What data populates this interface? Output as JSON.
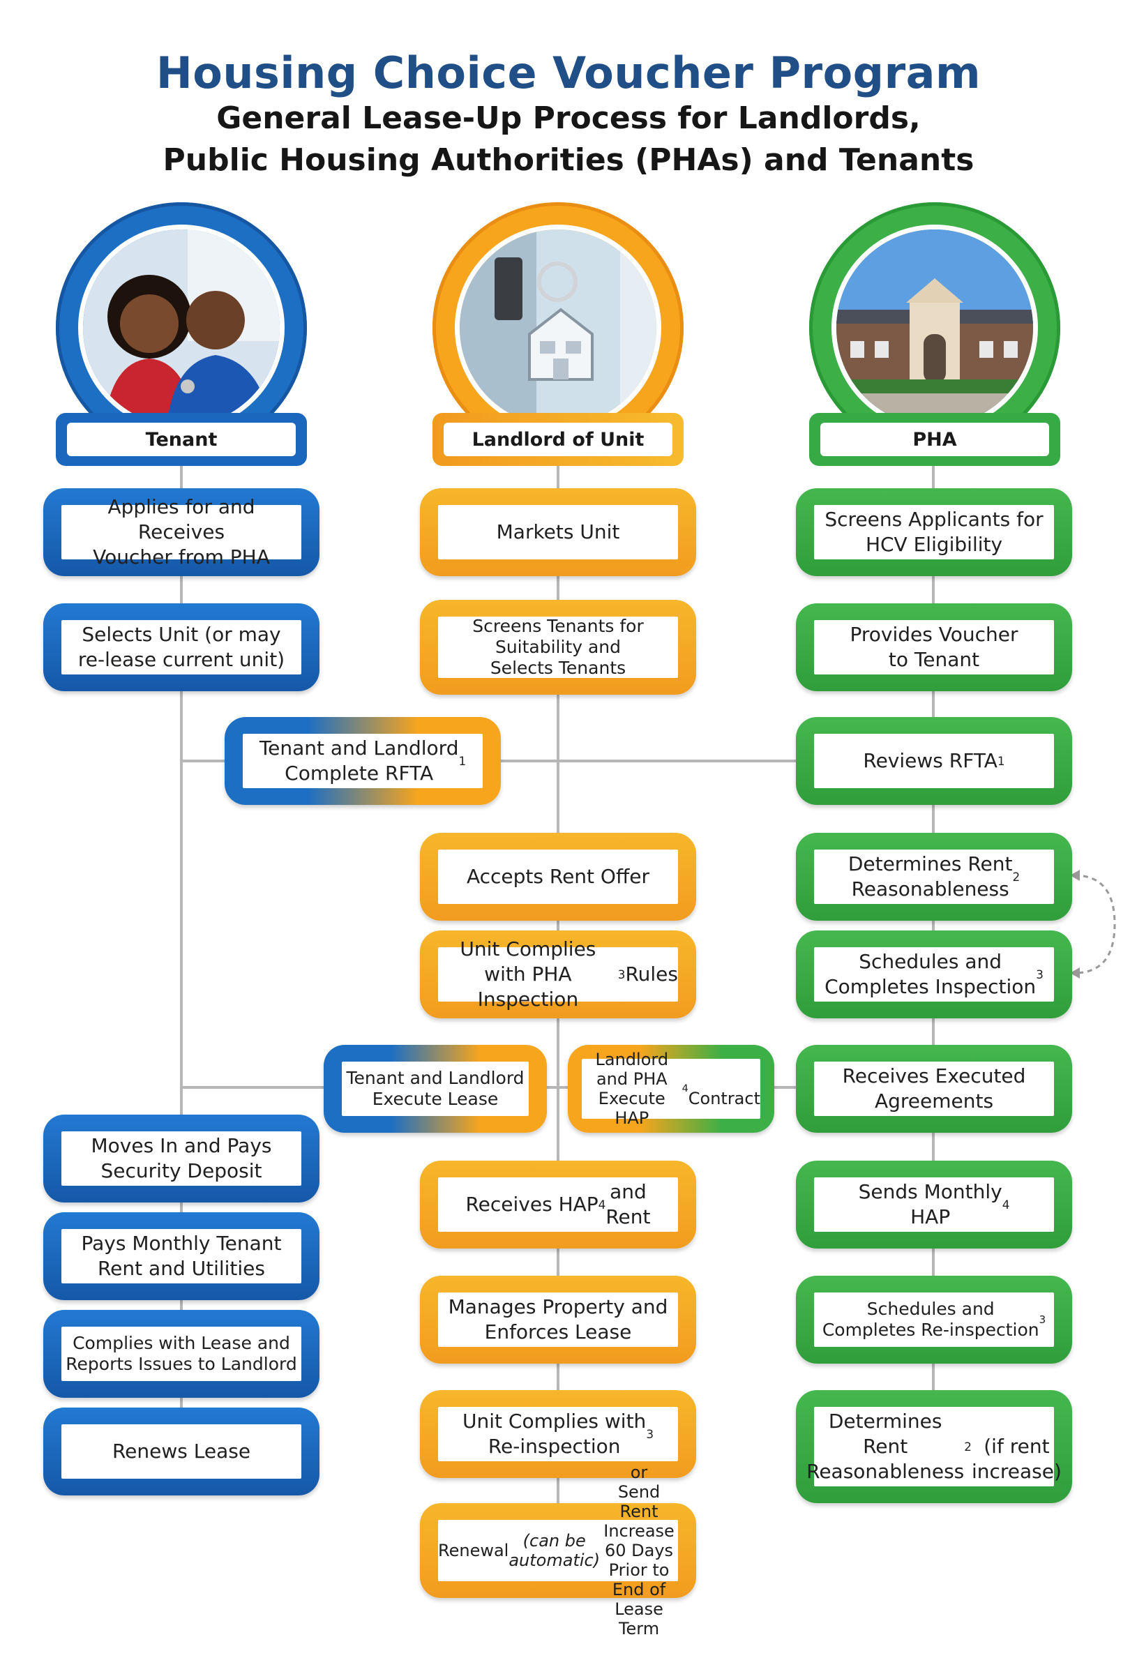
{
  "title": {
    "main": "Housing Choice Voucher Program",
    "subtitle_line1": "General Lease-Up Process for Landlords,",
    "subtitle_line2": "Public Housing Authorities (PHAs) and Tenants"
  },
  "colors": {
    "tenant": "#1d6fc4",
    "landlord": "#f6a51d",
    "pha": "#3caf46",
    "connector": "#b7b7b7",
    "title": "#1f4f86"
  },
  "columns": {
    "tenant": {
      "header": "Tenant",
      "image": "tenant-couple-with-keys-photo"
    },
    "landlord": {
      "header": "Landlord of Unit",
      "image": "house-keychain-in-door-photo"
    },
    "pha": {
      "header": "PHA",
      "image": "pha-office-building-photo"
    }
  },
  "nodes": {
    "t1": {
      "html": "Applies for and Receives\nVoucher from PHA"
    },
    "t2": {
      "html": "Selects Unit (or may\nre-lease current unit)"
    },
    "t3": {
      "html": "Moves In and Pays\nSecurity Deposit"
    },
    "t4": {
      "html": "Pays Monthly Tenant\nRent and Utilities"
    },
    "t5": {
      "html": "Complies with Lease and\nReports Issues to Landlord"
    },
    "t6": {
      "html": "Renews Lease"
    },
    "l1": {
      "html": "Markets Unit"
    },
    "l2": {
      "html": "Screens Tenants for\nSuitability and\nSelects Tenants"
    },
    "l3": {
      "html": "Accepts Rent Offer"
    },
    "l4": {
      "html": "Unit Complies with PHA\nInspection<sup>3</sup> Rules"
    },
    "l5": {
      "html": "Receives HAP<sup>4</sup> and\nRent"
    },
    "l6": {
      "html": "Manages Property and\nEnforces Lease"
    },
    "l7": {
      "html": "Unit Complies with\nRe-inspection<sup>3</sup>"
    },
    "l8": {
      "html": "Renewal <i>(can be automatic)</i> or\nSend Rent Increase 60 Days\nPrior to End of Lease Term"
    },
    "p1": {
      "html": "Screens Applicants for\nHCV Eligibility"
    },
    "p2": {
      "html": "Provides Voucher\nto Tenant"
    },
    "p3": {
      "html": "Reviews RFTA<sup>1</sup>"
    },
    "p4": {
      "html": "Determines Rent\nReasonableness<sup>2</sup>"
    },
    "p5": {
      "html": "Schedules and\nCompletes Inspection<sup>3</sup>"
    },
    "p6": {
      "html": "Receives Executed\nAgreements"
    },
    "p7": {
      "html": "Sends Monthly\nHAP<sup>4</sup>"
    },
    "p8": {
      "html": "Schedules and\nCompletes Re-inspection<sup>3</sup>"
    },
    "p9": {
      "html": "Determines\nRent Reasonableness<sup>2</sup>\n(if rent increase)"
    },
    "j1": {
      "html": "Tenant and Landlord\nComplete RFTA<sup>1</sup>"
    },
    "j2": {
      "html": "Tenant and Landlord\nExecute Lease"
    },
    "j3": {
      "html": "Landlord and PHA\nExecute HAP<sup>4</sup>\nContract"
    }
  }
}
